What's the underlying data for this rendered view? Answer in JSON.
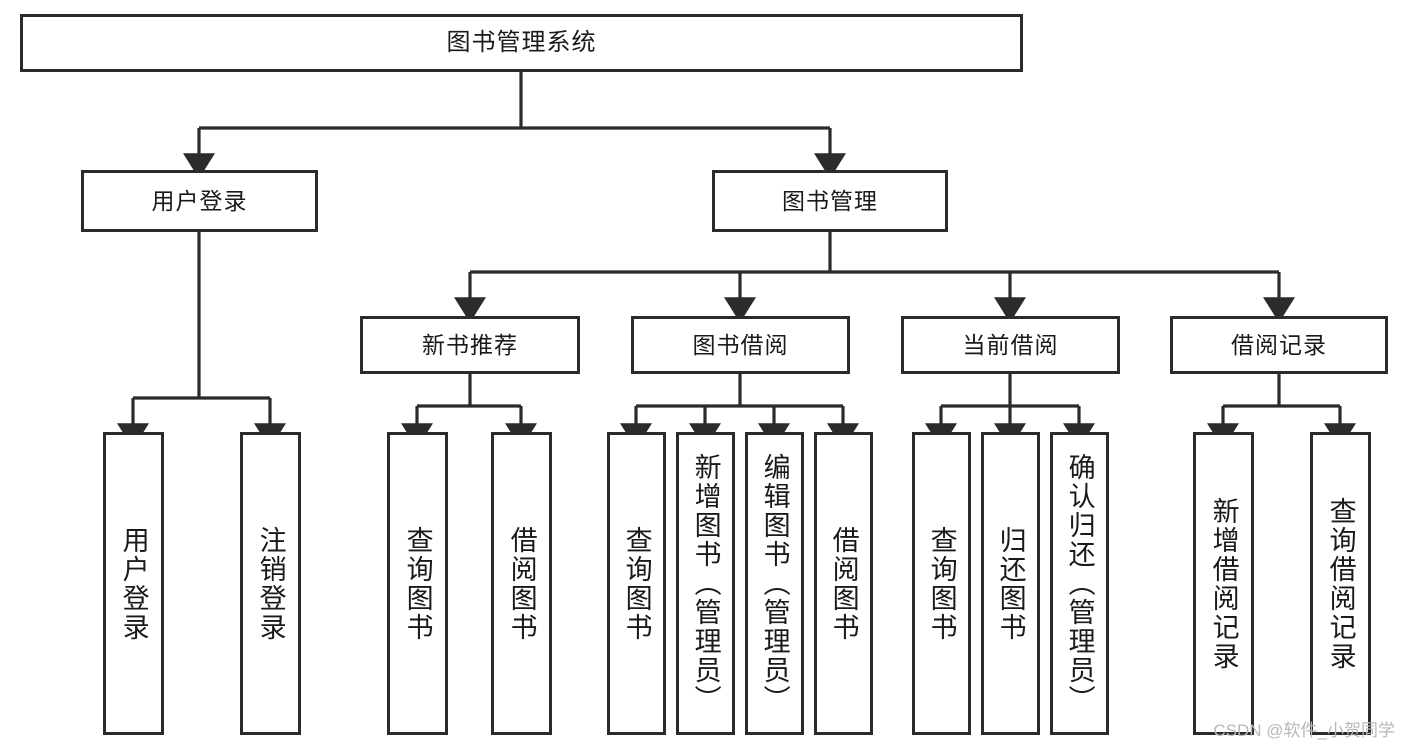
{
  "diagram": {
    "title": "图书管理系统",
    "type": "tree",
    "background_color": "#ffffff",
    "line_color": "#2b2b2b",
    "box_border_color": "#2b2b2b",
    "text_color": "#1a1a1a"
  },
  "nodes": {
    "root": {
      "label": "图书管理系统"
    },
    "level2": [
      {
        "id": "user-login",
        "label": "用户登录"
      },
      {
        "id": "book-management",
        "label": "图书管理"
      }
    ],
    "level3": [
      {
        "id": "new-book-recommend",
        "label": "新书推荐"
      },
      {
        "id": "book-borrow",
        "label": "图书借阅"
      },
      {
        "id": "current-borrow",
        "label": "当前借阅"
      },
      {
        "id": "borrow-record",
        "label": "借阅记录"
      }
    ],
    "leaves": [
      {
        "id": "leaf-user-login",
        "label": "用户登录",
        "parent": "user-login"
      },
      {
        "id": "leaf-logout-login",
        "label": "注销登录",
        "parent": "user-login"
      },
      {
        "id": "leaf-query-book-1",
        "label": "查询图书",
        "parent": "new-book-recommend"
      },
      {
        "id": "leaf-borrow-book-1",
        "label": "借阅图书",
        "parent": "new-book-recommend"
      },
      {
        "id": "leaf-query-book-2",
        "label": "查询图书",
        "parent": "book-borrow"
      },
      {
        "id": "leaf-add-book",
        "label": "新增图书（管理员）",
        "parent": "book-borrow"
      },
      {
        "id": "leaf-edit-book",
        "label": "编辑图书（管理员）",
        "parent": "book-borrow"
      },
      {
        "id": "leaf-borrow-book-2",
        "label": "借阅图书",
        "parent": "book-borrow"
      },
      {
        "id": "leaf-query-book-3",
        "label": "查询图书",
        "parent": "current-borrow"
      },
      {
        "id": "leaf-return-book",
        "label": "归还图书",
        "parent": "current-borrow"
      },
      {
        "id": "leaf-confirm-return",
        "label": "确认归还（管理员）",
        "parent": "current-borrow"
      },
      {
        "id": "leaf-add-record",
        "label": "新增借阅记录",
        "parent": "borrow-record"
      },
      {
        "id": "leaf-query-record",
        "label": "查询借阅记录",
        "parent": "borrow-record"
      }
    ]
  },
  "watermark": {
    "text": "CSDN @软件_小贺同学"
  }
}
